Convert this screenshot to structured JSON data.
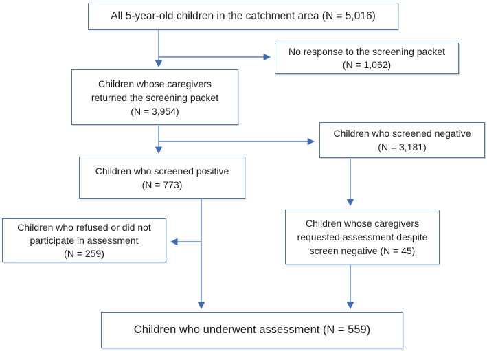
{
  "figure": {
    "type": "study-flow-diagram",
    "background_color": "#ffffff",
    "colors": {
      "box_border": "#54749e",
      "arrow_line": "#5b84c0",
      "arrow_head": "#3f6ab5",
      "text": "#1c1c1c"
    },
    "nodes": {
      "all_children": {
        "lines": [
          "All 5-year-old children in the catchment area (N = 5,016)"
        ]
      },
      "no_response": {
        "lines": [
          "No response to the screening packet",
          "(N = 1,062)"
        ]
      },
      "returned_packet": {
        "lines": [
          "Children whose caregivers",
          "returned the screening packet",
          "(N = 3,954)"
        ]
      },
      "screened_negative": {
        "lines": [
          "Children who screened negative",
          "(N = 3,181)"
        ]
      },
      "screened_positive": {
        "lines": [
          "Children who screened positive",
          "(N = 773)"
        ]
      },
      "refused": {
        "lines": [
          "Children who refused or did not",
          "participate in assessment",
          "(N = 259)"
        ]
      },
      "requested_assessment": {
        "lines": [
          "Children whose caregivers",
          "requested assessment despite",
          "screen negative (N = 45)"
        ]
      },
      "underwent_assessment": {
        "lines": [
          "Children who underwent assessment (N = 559)"
        ]
      }
    },
    "edges": [
      {
        "from": "all_children",
        "to": "returned_packet"
      },
      {
        "from": "all_children",
        "to": "no_response"
      },
      {
        "from": "returned_packet",
        "to": "screened_positive"
      },
      {
        "from": "returned_packet",
        "to": "screened_negative"
      },
      {
        "from": "screened_positive",
        "to": "refused"
      },
      {
        "from": "screened_positive",
        "to": "underwent_assessment"
      },
      {
        "from": "screened_negative",
        "to": "requested_assessment"
      },
      {
        "from": "requested_assessment",
        "to": "underwent_assessment"
      }
    ]
  }
}
